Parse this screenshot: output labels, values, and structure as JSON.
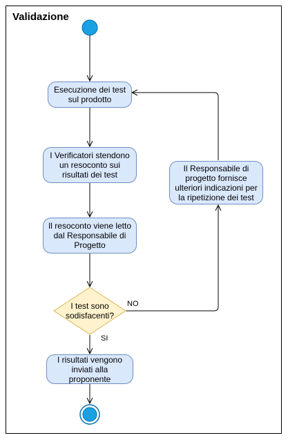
{
  "title": "Validazione",
  "nodes": {
    "execute": "Esecuzione dei test sul prodotto",
    "report": "I Verificatori stendono un resoconto sui risultati dei test",
    "read": "Il resoconto viene letto dal Responsabile di Progetto",
    "decision": "I test sono sodisfacenti?",
    "send": "I risultati vengono inviati alla proponente",
    "further": "Il Responsabile di progetto fornisce ulteriori indicazioni per la ripetizione dei test"
  },
  "edges": {
    "no": "NO",
    "yes": "SI"
  },
  "colors": {
    "node_fill": "#dae8fc",
    "node_border": "#6c8ebf",
    "decision_fill": "#fff2cc",
    "decision_border": "#d6b656",
    "start_fill": "#1ba1e2",
    "start_border": "#006eaf"
  }
}
